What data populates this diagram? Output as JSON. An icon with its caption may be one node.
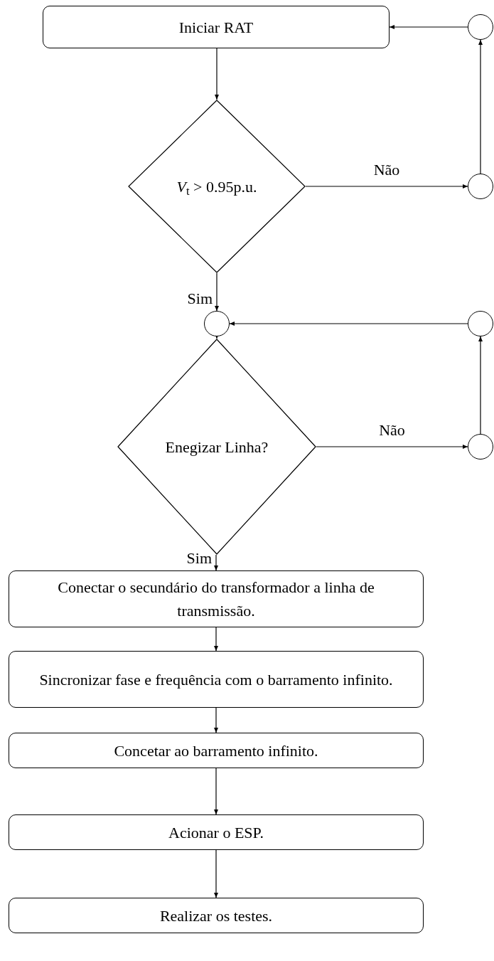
{
  "diagram": {
    "nodes": [
      {
        "text": [
          "Iniciar RAT"
        ]
      },
      {
        "text": [],
        "shape": "circle"
      },
      {
        "text": [
          "*V*$_{t}$ > 0.95p.u."
        ]
      },
      {
        "text": [],
        "shape": "circle"
      },
      {
        "text": [],
        "shape": "circle"
      },
      {
        "text": [],
        "shape": "circle"
      },
      {
        "text": [
          "Enegizar Linha?"
        ]
      },
      {
        "text": [],
        "shape": "circle"
      },
      {
        "text": [
          "Conectar o secundário do transformador a linha de transmissão."
        ]
      },
      {
        "text": [
          "Sincronizar fase e frequência com o barramento infinito."
        ]
      },
      {
        "text": [
          "Concetar ao barramento infinito."
        ]
      },
      {
        "text": [
          "Acionar o ESP."
        ]
      },
      {
        "text": [
          "Realizar os testes."
        ]
      }
    ],
    "edges": [
      {
        "from": 0,
        "to": 2,
        "arrow": "to"
      },
      {
        "from": 2,
        "to": 3,
        "arrow": "to",
        "label": "Não"
      },
      {
        "from": 3,
        "to": 1,
        "arrow": "to"
      },
      {
        "from": 1,
        "to": 0,
        "arrow": "to"
      },
      {
        "from": 2,
        "to": 4,
        "arrow": "to",
        "label": "Sim"
      },
      {
        "from": 4,
        "to": 6,
        "arrow": "to"
      },
      {
        "from": 6,
        "to": 7,
        "arrow": "to",
        "label": "Não"
      },
      {
        "from": 7,
        "to": 5,
        "arrow": "to"
      },
      {
        "from": 5,
        "to": 4,
        "arrow": "to"
      },
      {
        "from": 6,
        "to": 8,
        "arrow": "to",
        "label": "Sim"
      },
      {
        "from": 8,
        "to": 9,
        "arrow": "to"
      },
      {
        "from": 9,
        "to": 10,
        "arrow": "to"
      },
      {
        "from": 10,
        "to": 11,
        "arrow": "to"
      },
      {
        "from": 11,
        "to": 12,
        "arrow": "to"
      }
    ]
  }
}
